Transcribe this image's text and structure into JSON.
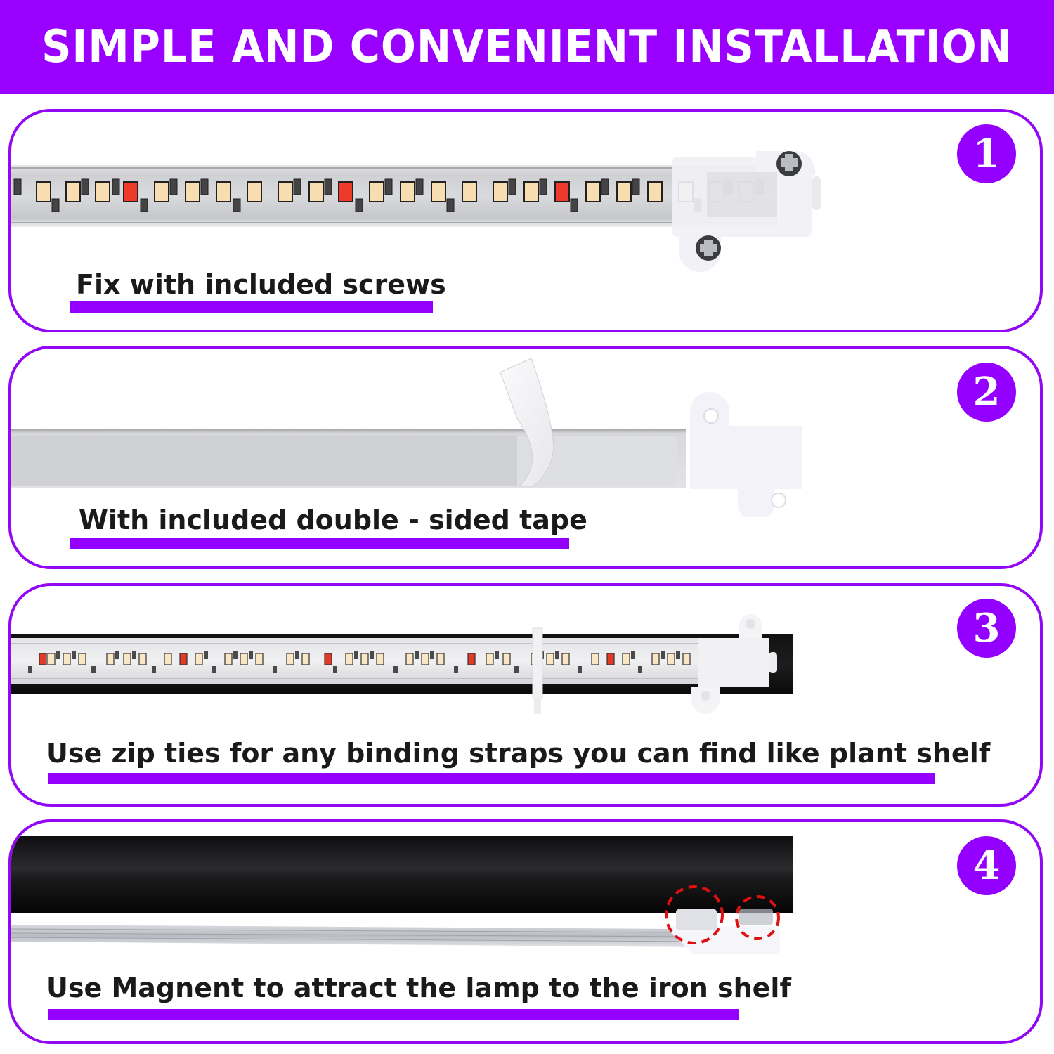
{
  "header": {
    "title": "SIMPLE AND CONVENIENT INSTALLATION",
    "background_color": "#9900ff",
    "text_color": "#ffffff"
  },
  "theme": {
    "accent": "#9400ff",
    "panel_border": "#9208f5",
    "caption_color": "#1a1a1a",
    "highlight_circle_color": "#e01010"
  },
  "steps": [
    {
      "number": "1",
      "caption": "Fix with included screws",
      "image": "led-strip-in-clear-channel-with-screw-mount-clip",
      "icons": [
        "led-strip-icon",
        "mounting-clip-icon",
        "screw-icon",
        "screw-icon"
      ]
    },
    {
      "number": "2",
      "caption": "With included double - sided tape",
      "image": "aluminum-bar-with-peeling-adhesive-tape-and-end-clip",
      "icons": [
        "adhesive-tape-icon",
        "mounting-clip-icon"
      ]
    },
    {
      "number": "3",
      "caption": "Use zip ties for any binding straps you can find like plant shelf",
      "image": "led-strip-on-black-rod-with-zip-tie",
      "icons": [
        "led-strip-icon",
        "zip-tie-icon",
        "mounting-clip-icon"
      ]
    },
    {
      "number": "4",
      "caption": "Use Magnent to attract the lamp to the iron shelf",
      "image": "lamp-attached-under-black-shelf-with-magnets",
      "icons": [
        "magnet-icon",
        "magnet-icon",
        "highlight-circle-icon"
      ]
    }
  ]
}
